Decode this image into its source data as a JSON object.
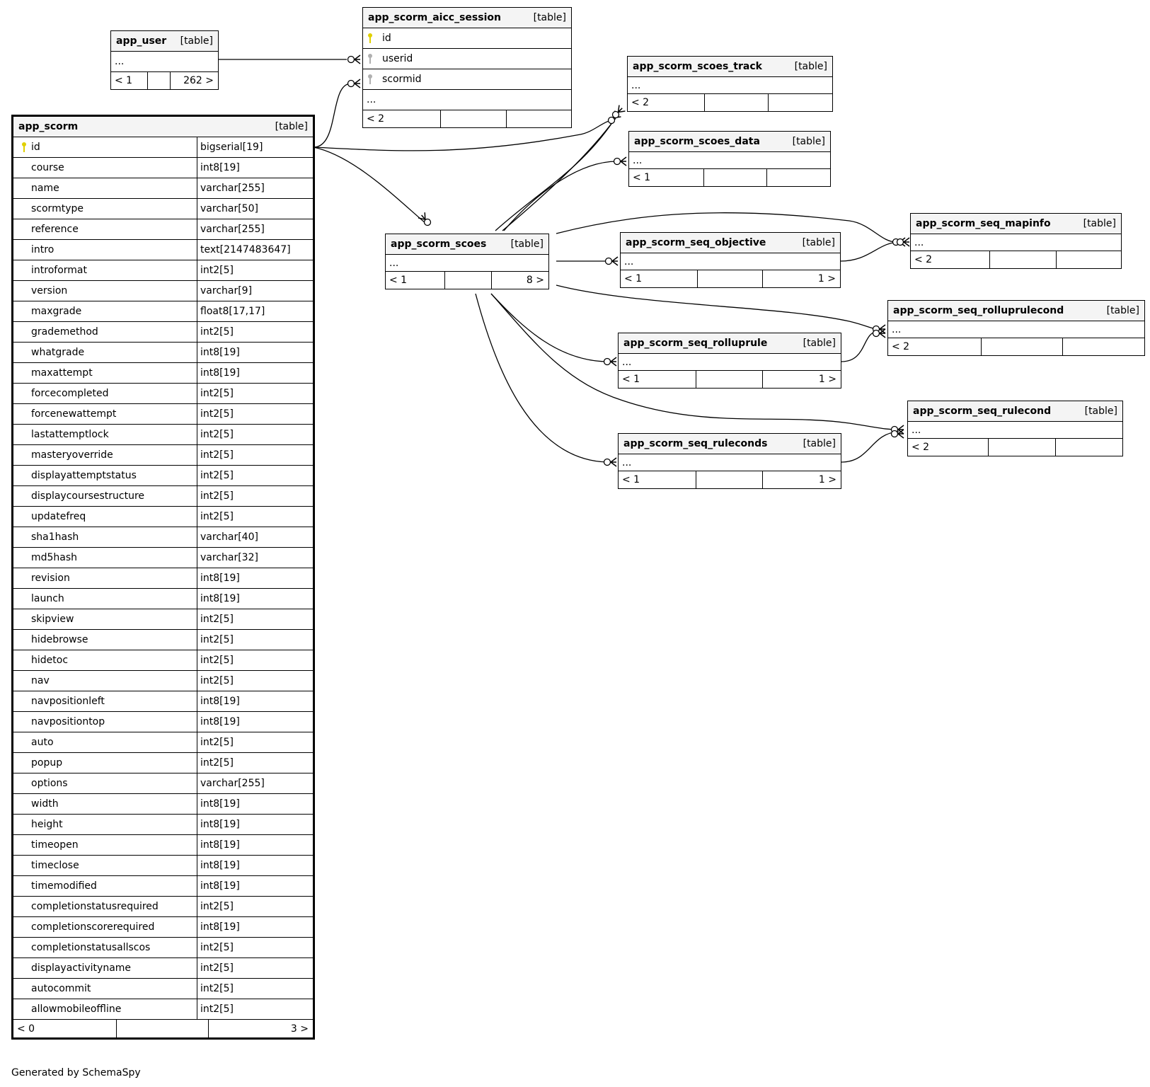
{
  "diagram": {
    "tables": {
      "app_user": {
        "name": "app_user",
        "tag": "[table]",
        "ellipsis": "...",
        "foot": [
          "< 1",
          "",
          "262 >"
        ]
      },
      "aicc": {
        "name": "app_scorm_aicc_session",
        "tag": "[table]",
        "columns": [
          {
            "name": "id",
            "key": "primary"
          },
          {
            "name": "userid",
            "key": "foreign"
          },
          {
            "name": "scormid",
            "key": "foreign"
          }
        ],
        "ellipsis": "...",
        "foot": [
          "< 2",
          "",
          ""
        ]
      },
      "track": {
        "name": "app_scorm_scoes_track",
        "tag": "[table]",
        "ellipsis": "...",
        "foot": [
          "< 2",
          "",
          ""
        ]
      },
      "data": {
        "name": "app_scorm_scoes_data",
        "tag": "[table]",
        "ellipsis": "...",
        "foot": [
          "< 1",
          "",
          ""
        ]
      },
      "scoes": {
        "name": "app_scorm_scoes",
        "tag": "[table]",
        "ellipsis": "...",
        "foot": [
          "< 1",
          "",
          "8 >"
        ]
      },
      "objective": {
        "name": "app_scorm_seq_objective",
        "tag": "[table]",
        "ellipsis": "...",
        "foot": [
          "< 1",
          "",
          "1 >"
        ]
      },
      "mapinfo": {
        "name": "app_scorm_seq_mapinfo",
        "tag": "[table]",
        "ellipsis": "...",
        "foot": [
          "< 2",
          "",
          ""
        ]
      },
      "rollupcond": {
        "name": "app_scorm_seq_rolluprulecond",
        "tag": "[table]",
        "ellipsis": "...",
        "foot": [
          "< 2",
          "",
          ""
        ]
      },
      "rollup": {
        "name": "app_scorm_seq_rolluprule",
        "tag": "[table]",
        "ellipsis": "...",
        "foot": [
          "< 1",
          "",
          "1 >"
        ]
      },
      "rulecond": {
        "name": "app_scorm_seq_rulecond",
        "tag": "[table]",
        "ellipsis": "...",
        "foot": [
          "< 2",
          "",
          ""
        ]
      },
      "ruleconds": {
        "name": "app_scorm_seq_ruleconds",
        "tag": "[table]",
        "ellipsis": "...",
        "foot": [
          "< 1",
          "",
          "1 >"
        ]
      },
      "scorm": {
        "name": "app_scorm",
        "tag": "[table]",
        "columns": [
          {
            "name": "id",
            "type": "bigserial[19]",
            "key": "primary"
          },
          {
            "name": "course",
            "type": "int8[19]"
          },
          {
            "name": "name",
            "type": "varchar[255]"
          },
          {
            "name": "scormtype",
            "type": "varchar[50]"
          },
          {
            "name": "reference",
            "type": "varchar[255]"
          },
          {
            "name": "intro",
            "type": "text[2147483647]"
          },
          {
            "name": "introformat",
            "type": "int2[5]"
          },
          {
            "name": "version",
            "type": "varchar[9]"
          },
          {
            "name": "maxgrade",
            "type": "float8[17,17]"
          },
          {
            "name": "grademethod",
            "type": "int2[5]"
          },
          {
            "name": "whatgrade",
            "type": "int8[19]"
          },
          {
            "name": "maxattempt",
            "type": "int8[19]"
          },
          {
            "name": "forcecompleted",
            "type": "int2[5]"
          },
          {
            "name": "forcenewattempt",
            "type": "int2[5]"
          },
          {
            "name": "lastattemptlock",
            "type": "int2[5]"
          },
          {
            "name": "masteryoverride",
            "type": "int2[5]"
          },
          {
            "name": "displayattemptstatus",
            "type": "int2[5]"
          },
          {
            "name": "displaycoursestructure",
            "type": "int2[5]"
          },
          {
            "name": "updatefreq",
            "type": "int2[5]"
          },
          {
            "name": "sha1hash",
            "type": "varchar[40]"
          },
          {
            "name": "md5hash",
            "type": "varchar[32]"
          },
          {
            "name": "revision",
            "type": "int8[19]"
          },
          {
            "name": "launch",
            "type": "int8[19]"
          },
          {
            "name": "skipview",
            "type": "int2[5]"
          },
          {
            "name": "hidebrowse",
            "type": "int2[5]"
          },
          {
            "name": "hidetoc",
            "type": "int2[5]"
          },
          {
            "name": "nav",
            "type": "int2[5]"
          },
          {
            "name": "navpositionleft",
            "type": "int8[19]"
          },
          {
            "name": "navpositiontop",
            "type": "int8[19]"
          },
          {
            "name": "auto",
            "type": "int2[5]"
          },
          {
            "name": "popup",
            "type": "int2[5]"
          },
          {
            "name": "options",
            "type": "varchar[255]"
          },
          {
            "name": "width",
            "type": "int8[19]"
          },
          {
            "name": "height",
            "type": "int8[19]"
          },
          {
            "name": "timeopen",
            "type": "int8[19]"
          },
          {
            "name": "timeclose",
            "type": "int8[19]"
          },
          {
            "name": "timemodified",
            "type": "int8[19]"
          },
          {
            "name": "completionstatusrequired",
            "type": "int2[5]"
          },
          {
            "name": "completionscorerequired",
            "type": "int8[19]"
          },
          {
            "name": "completionstatusallscos",
            "type": "int2[5]"
          },
          {
            "name": "displayactivityname",
            "type": "int2[5]"
          },
          {
            "name": "autocommit",
            "type": "int2[5]"
          },
          {
            "name": "allowmobileoffline",
            "type": "int2[5]"
          }
        ],
        "foot": [
          "< 0",
          "",
          "3 >"
        ]
      }
    },
    "key_colors": {
      "primary": "#e0d000",
      "foreign": "#b0b0b0"
    },
    "credit": "Generated by SchemaSpy"
  }
}
